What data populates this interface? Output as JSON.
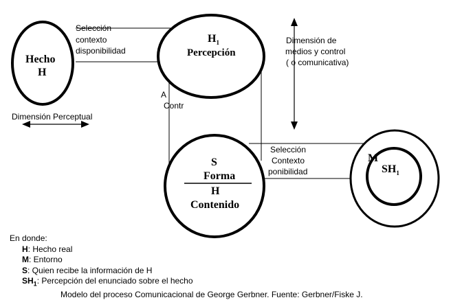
{
  "nodes": {
    "hecho": {
      "line1": "Hecho",
      "line2": "H"
    },
    "percepcion": {
      "top": "H",
      "top_sub": "1",
      "bottom": "Percepción"
    },
    "forma": {
      "s": "S",
      "forma": "Forma",
      "h": "H",
      "contenido": "Contenido"
    },
    "sh1": {
      "m": "M",
      "sh": "SH",
      "sh_sub": "1"
    }
  },
  "labels": {
    "seleccion_top": [
      "Selección",
      "contexto",
      "disponibilidad"
    ],
    "acceso_partial": [
      "A",
      "Contr"
    ],
    "dimension_medios": [
      "Dimensión de",
      "medios y control",
      "( o comunicativa)"
    ],
    "dimension_perceptual": "Dimensión Perceptual",
    "seleccion_bottom": [
      "Selección",
      "Contexto",
      "ponibilidad"
    ]
  },
  "legend": {
    "title": "En donde:",
    "items": [
      {
        "key": "H",
        "text": ": Hecho real"
      },
      {
        "key": "M",
        "text": ": Entorno"
      },
      {
        "key": "S",
        "text": ": Quien recibe la información de H"
      },
      {
        "key": "SH",
        "key_sub": "1",
        "text": ": Percepción del enunciado sobre el hecho"
      }
    ],
    "caption": "Modelo del proceso Comunicacional de George Gerbner. Fuente: Gerbner/Fiske J."
  }
}
